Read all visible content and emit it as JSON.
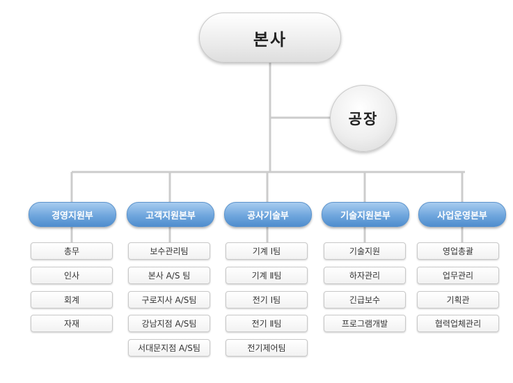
{
  "hq": {
    "label": "본사"
  },
  "factory": {
    "label": "공장"
  },
  "departments": [
    {
      "name": "경영지원부",
      "teams": [
        "총무",
        "인사",
        "회계",
        "자재"
      ]
    },
    {
      "name": "고객지원본부",
      "teams": [
        "보수관리팀",
        "본사 A/S 팀",
        "구로지사 A/S팀",
        "강남지점 A/S팀",
        "서대문지점 A/S팀"
      ]
    },
    {
      "name": "공사기술부",
      "teams": [
        "기계 Ⅰ팀",
        "기계 Ⅱ팀",
        "전기 Ⅰ팀",
        "전기 Ⅱ팀",
        "전기제어팀"
      ]
    },
    {
      "name": "기술지원본부",
      "teams": [
        "기술지원",
        "하자관리",
        "긴급보수",
        "프로그램개발"
      ]
    },
    {
      "name": "사업운영본부",
      "teams": [
        "영업총괄",
        "업무관리",
        "기획관",
        "협력업체관리"
      ]
    }
  ],
  "colors": {
    "line": "#cccccc",
    "dept_fill": "#6fa6dd",
    "dept_text": "#ffffff"
  }
}
